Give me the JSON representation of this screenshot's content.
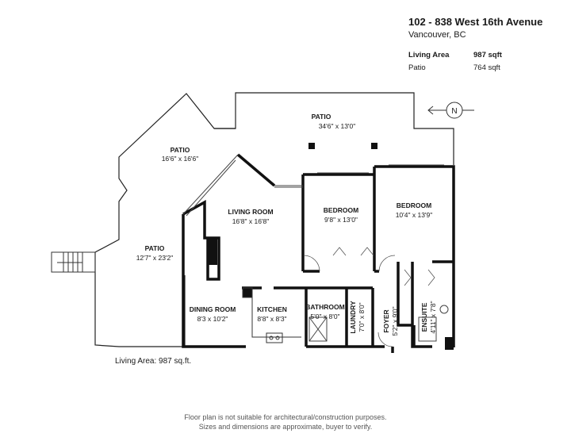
{
  "header": {
    "address": "102 - 838 West 16th Avenue",
    "city": "Vancouver, BC",
    "areas": [
      {
        "label": "Living Area",
        "value": "987 sqft"
      },
      {
        "label": "Patio",
        "value": "764 sqft"
      }
    ]
  },
  "compass": {
    "label": "N"
  },
  "rooms": {
    "patio_top": {
      "name": "PATIO",
      "dim": "34'6\" x 13'0\""
    },
    "patio_left": {
      "name": "PATIO",
      "dim": "16'6\" x 16'6\""
    },
    "patio_west": {
      "name": "PATIO",
      "dim": "12'7\" x 23'2\""
    },
    "living": {
      "name": "LIVING ROOM",
      "dim": "16'8\" x 16'8\""
    },
    "bedroom1": {
      "name": "BEDROOM",
      "dim": "9'8\" x 13'0\""
    },
    "bedroom2": {
      "name": "BEDROOM",
      "dim": "10'4\" x 13'9\""
    },
    "dining": {
      "name": "DINING ROOM",
      "dim": "8'3 x 10'2\""
    },
    "kitchen": {
      "name": "KITCHEN",
      "dim": "8'8\" x 8'3\""
    },
    "bathroom": {
      "name": "BATHROOM",
      "dim": "5'0\" x 8'0\""
    },
    "laundry": {
      "name": "LAUNDRY",
      "dim": "7'0\" x 8'0\""
    },
    "foyer": {
      "name": "FOYER",
      "dim": "5'2\" x 9'0\""
    },
    "ensuite": {
      "name": "ENSUITE",
      "dim": "4'11\" x 7'8\""
    }
  },
  "footer": {
    "living_area_note": "Living Area: 987 sq.ft.",
    "disclaimer_1": "Floor plan is not suitable for architectural/construction purposes.",
    "disclaimer_2": "Sizes and dimensions are approximate, buyer to verify."
  }
}
